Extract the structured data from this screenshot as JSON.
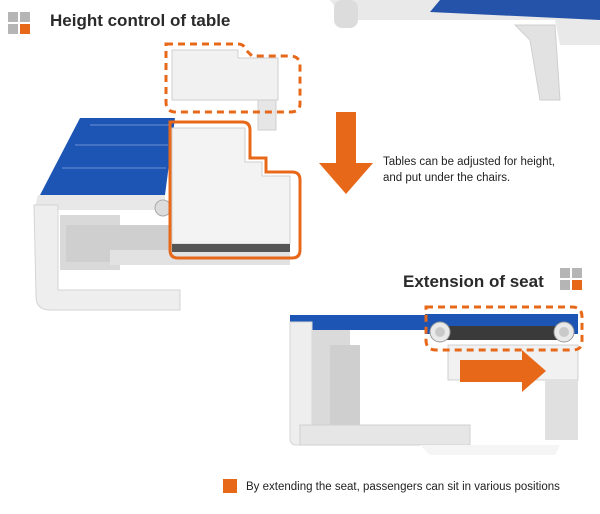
{
  "section_height": {
    "title": "Height control of table",
    "caption_line1": "Tables can be adjusted for height,",
    "caption_line2": "and put under the chairs."
  },
  "section_extension": {
    "title": "Extension of seat",
    "caption": "By extending the seat, passengers can sit in various positions"
  },
  "colors": {
    "accent": "#e8681a",
    "seat_blue": "#1d55b4",
    "icon_gray": "#b5b5b5",
    "frame_white": "#f1f1f1"
  }
}
